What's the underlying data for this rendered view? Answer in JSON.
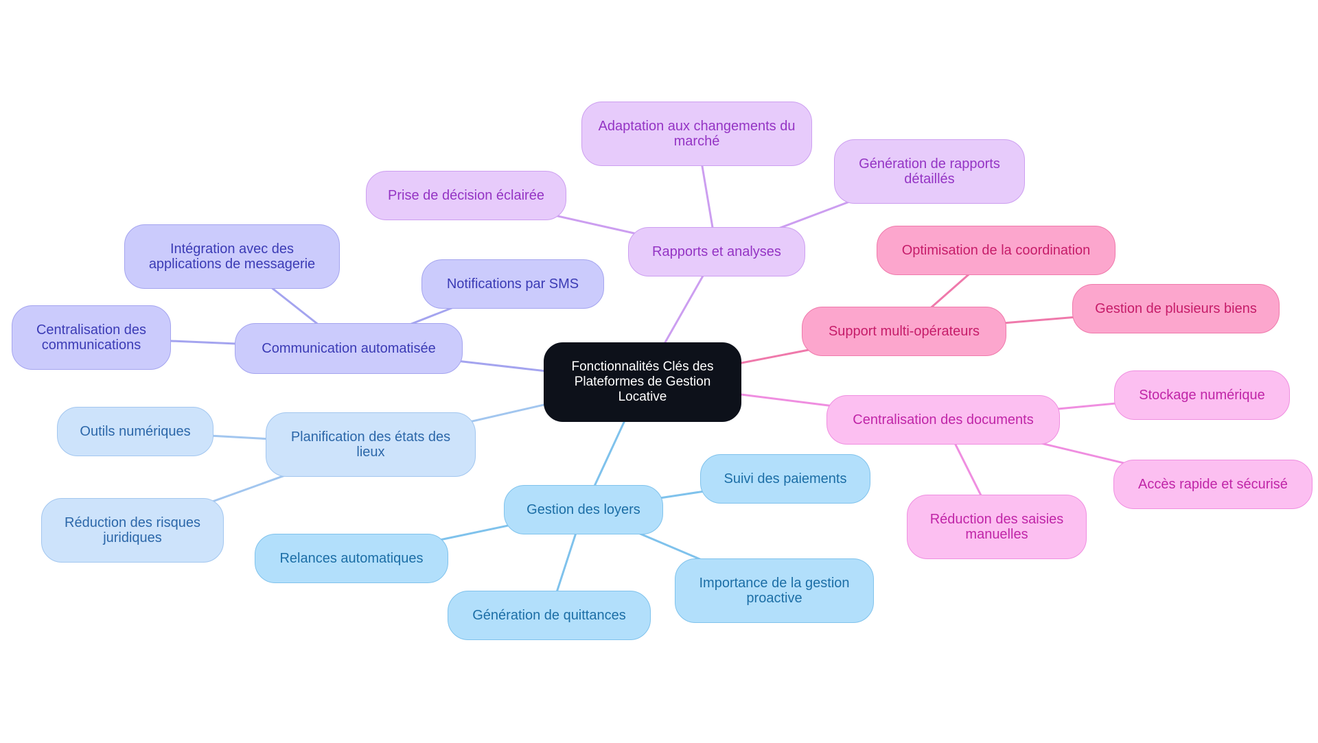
{
  "root": {
    "label": "Fonctionnalités Clés des Plateformes de Gestion Locative"
  },
  "branches": [
    {
      "id": "communication",
      "label": "Communication automatisée",
      "color": "#a4a4ef",
      "children": [
        {
          "label": "Intégration avec des applications de messagerie"
        },
        {
          "label": "Notifications par SMS"
        },
        {
          "label": "Centralisation des communications"
        }
      ]
    },
    {
      "id": "rapports",
      "label": "Rapports et analyses",
      "color": "#cc9ef0",
      "children": [
        {
          "label": "Adaptation aux changements du marché"
        },
        {
          "label": "Génération de rapports détaillés"
        },
        {
          "label": "Prise de décision éclairée"
        }
      ]
    },
    {
      "id": "support",
      "label": "Support multi-opérateurs",
      "color": "#ef79ab",
      "children": [
        {
          "label": "Optimisation de la coordination"
        },
        {
          "label": "Gestion de plusieurs biens"
        }
      ]
    },
    {
      "id": "centralisation",
      "label": "Centralisation des documents",
      "color": "#ef8ee0",
      "children": [
        {
          "label": "Stockage numérique"
        },
        {
          "label": "Accès rapide et sécurisé"
        },
        {
          "label": "Réduction des saisies manuelles"
        }
      ]
    },
    {
      "id": "loyers",
      "label": "Gestion des loyers",
      "color": "#7fc2ec",
      "children": [
        {
          "label": "Suivi des paiements"
        },
        {
          "label": "Importance de la gestion proactive"
        },
        {
          "label": "Génération de quittances"
        },
        {
          "label": "Relances automatiques"
        }
      ]
    },
    {
      "id": "planification",
      "label": "Planification des états des lieux",
      "color": "#a2c6ef",
      "children": [
        {
          "label": "Outils numériques"
        },
        {
          "label": "Réduction des risques juridiques"
        }
      ]
    }
  ]
}
